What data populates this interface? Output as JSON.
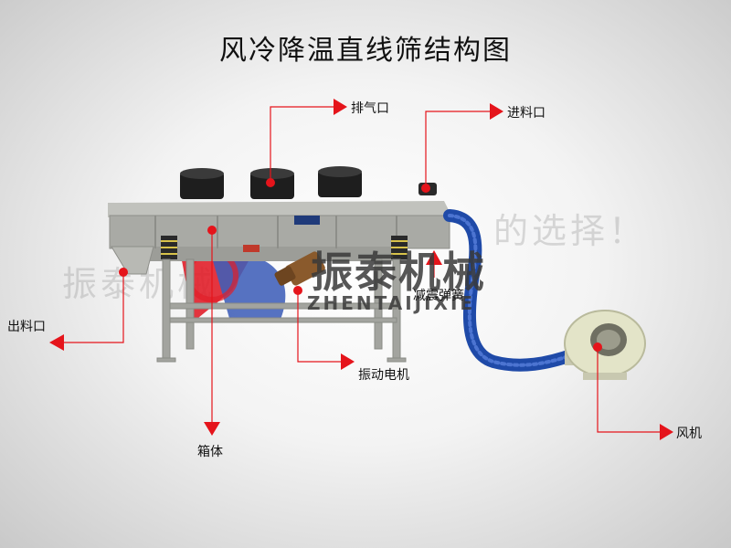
{
  "title": "风冷降温直线筛结构图",
  "labels": {
    "exhaust_port": "排气口",
    "feed_port": "进料口",
    "discharge_port": "出料口",
    "damping_spring": "减震弹簧",
    "vibration_motor": "振动电机",
    "box_body": "箱体",
    "fan": "风机"
  },
  "watermark": {
    "brand_cn": "振泰机械",
    "brand_en": "ZHENTAIJIXIE",
    "faint_left": "振泰机械",
    "faint_right": "的选择！"
  },
  "colors": {
    "arrow_red": "#e5141b",
    "steel_gray": "#a9aaa5",
    "hose_blue": "#1f4aa8"
  }
}
